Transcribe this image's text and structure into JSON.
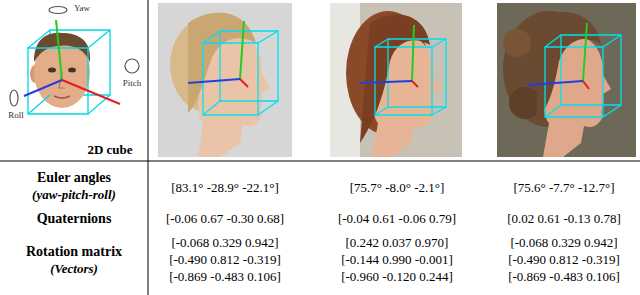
{
  "diagram": {
    "labels": [
      "Yaw",
      "Pitch",
      "Roll",
      "2D cube",
      "Euler angles",
      "(yaw-pitch-roll)",
      "Quaternions",
      "Rotation matrix",
      "(Vectors)",
      "[83.1° -28.9° -22.1°]",
      "[75.7° -8.0° -2.1°]",
      "[75.6° -7.7° -12.7°]",
      "[-0.06 0.67 -0.30 0.68]",
      "[-0.04 0.61 -0.06 0.79]",
      "[0.02 0.61 -0.13 0.78]",
      "[-0.068 0.329 0.942]",
      "[-0.490 0.812 -0.319]",
      "[-0.869 -0.483 0.106]",
      "[0.242 0.037 0.970]",
      "[-0.144 0.990 -0.001]",
      "[-0.960 -0.120 0.244]",
      "[-0.068 0.329 0.942]",
      "[-0.490 0.812 -0.319]",
      "[-0.869 -0.483 0.106]"
    ]
  }
}
